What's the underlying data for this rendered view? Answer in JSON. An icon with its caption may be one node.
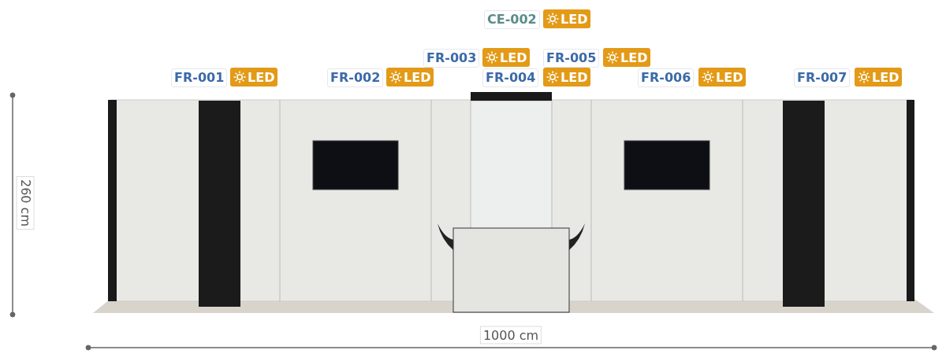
{
  "diagram": {
    "labels": [
      "CE-002",
      "LED",
      "FR-003",
      "LED",
      "FR-005",
      "LED",
      "FR-001",
      "LED",
      "FR-002",
      "LED",
      "FR-004",
      "LED",
      "FR-006",
      "LED",
      "FR-007",
      "LED",
      "260 cm",
      "1000 cm"
    ]
  }
}
